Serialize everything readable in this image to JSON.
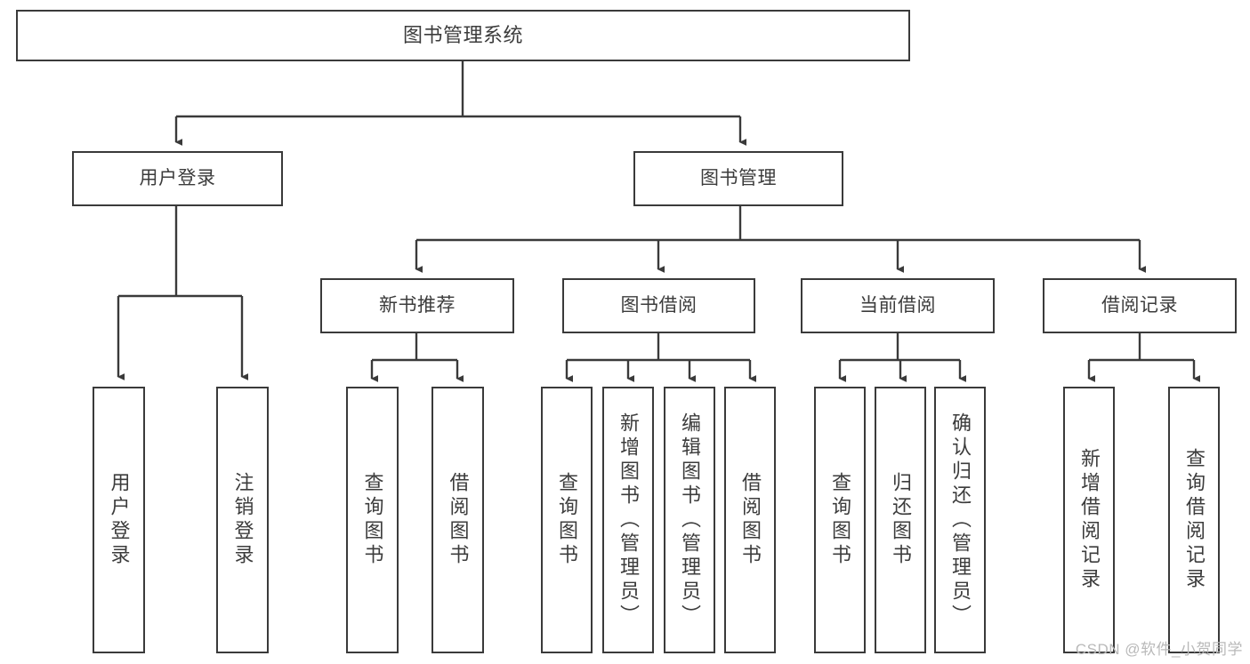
{
  "diagram": {
    "title": "图书管理系统",
    "type": "tree-hierarchy-chart",
    "stroke_color": "#3a3a3a",
    "text_color": "#3c3c3c",
    "background_color": "#ffffff"
  },
  "nodes": {
    "root": {
      "label": "图书管理系统"
    },
    "level1": [
      {
        "label": "用户登录"
      },
      {
        "label": "图书管理"
      }
    ],
    "level2": [
      {
        "label": "新书推荐"
      },
      {
        "label": "图书借阅"
      },
      {
        "label": "当前借阅"
      },
      {
        "label": "借阅记录"
      }
    ],
    "leaves": {
      "user_login": [
        {
          "label": "用户登录"
        },
        {
          "label": "注销登录"
        }
      ],
      "new_book": [
        {
          "label": "查询图书"
        },
        {
          "label": "借阅图书"
        }
      ],
      "book_borrow": [
        {
          "label": "查询图书"
        },
        {
          "label": "新增图书（管理员）"
        },
        {
          "label": "编辑图书（管理员）"
        },
        {
          "label": "借阅图书"
        }
      ],
      "current_borrow": [
        {
          "label": "查询图书"
        },
        {
          "label": "归还图书"
        },
        {
          "label": "确认归还（管理员）"
        }
      ],
      "borrow_record": [
        {
          "label": "新增借阅记录"
        },
        {
          "label": "查询借阅记录"
        }
      ]
    }
  },
  "watermark": {
    "text": "CSDN @软件_小贺同学"
  }
}
